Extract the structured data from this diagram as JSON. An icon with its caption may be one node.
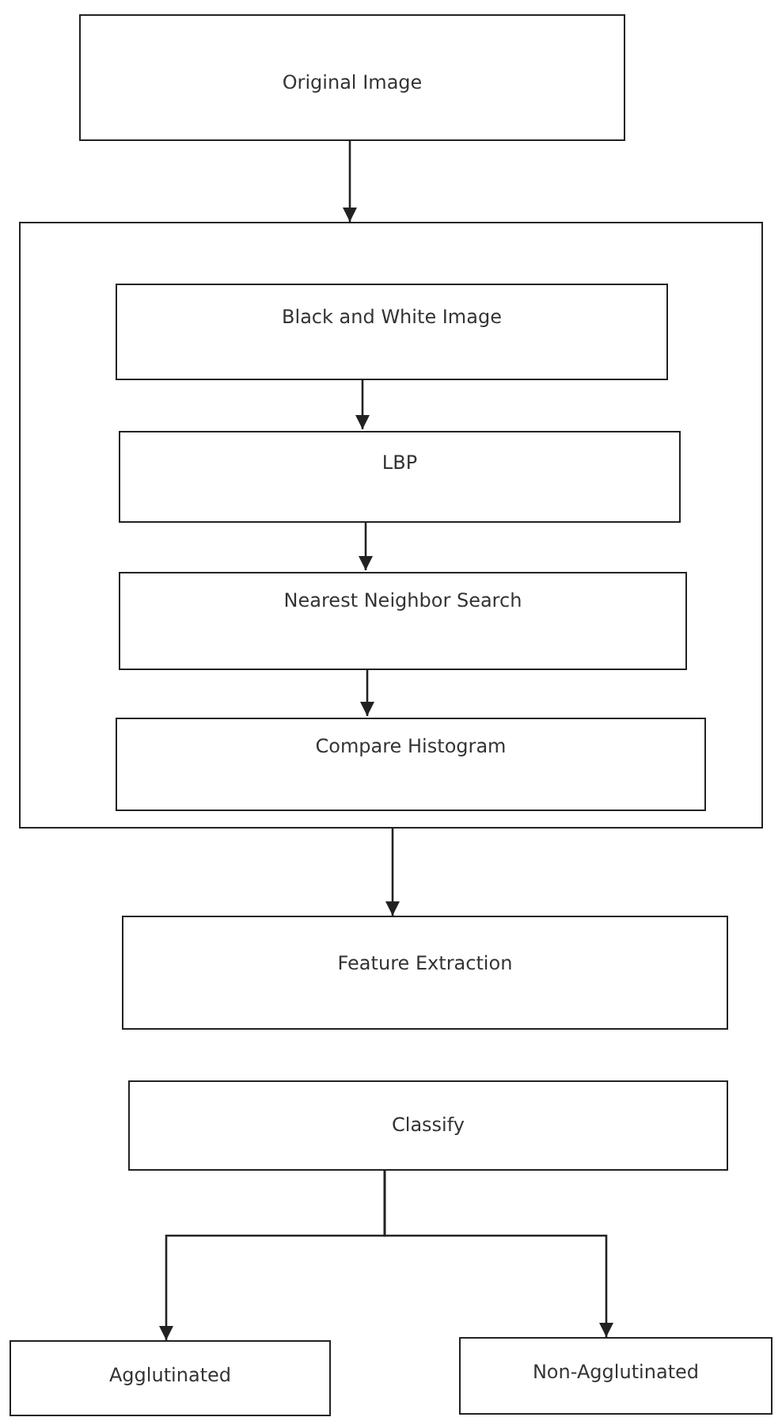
{
  "diagram": {
    "nodes": [
      {
        "text": [
          "Original Image"
        ]
      },
      {
        "text": [],
        "shape": "box"
      },
      {
        "text": [
          "Black and White Image"
        ],
        "in": 1
      },
      {
        "text": [
          "LBP"
        ],
        "in": 1
      },
      {
        "text": [
          "Nearest Neighbor Search"
        ],
        "in": 1
      },
      {
        "text": [
          "Compare Histogram"
        ],
        "in": 1
      },
      {
        "text": [
          "Feature Extraction"
        ]
      },
      {
        "text": [
          "Classify"
        ]
      },
      {
        "text": [
          "Agglutinated"
        ]
      },
      {
        "text": [
          "Non-Agglutinated"
        ]
      }
    ],
    "edges": [
      {
        "from": 0,
        "to": 1,
        "arrow": "to"
      },
      {
        "from": 2,
        "to": 3,
        "arrow": "to"
      },
      {
        "from": 3,
        "to": 4,
        "arrow": "to"
      },
      {
        "from": 4,
        "to": 5,
        "arrow": "to"
      },
      {
        "from": 1,
        "to": 6,
        "arrow": "to"
      },
      {
        "from": 7,
        "to": 8,
        "arrow": "to"
      },
      {
        "from": 7,
        "to": 9,
        "arrow": "to"
      }
    ]
  }
}
